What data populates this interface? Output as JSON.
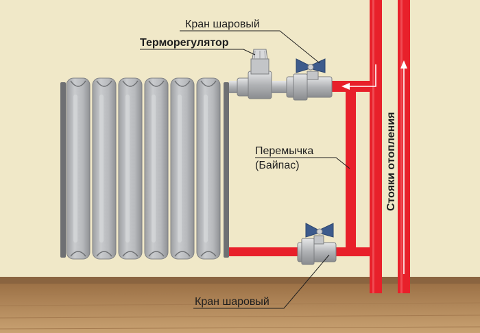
{
  "labels": {
    "ball_valve_top": "Кран шаровый",
    "thermoregulator": "Терморегулятор",
    "bypass_line1": "Перемычка",
    "bypass_line2": "(Байпас)",
    "risers": "Стояки отопления",
    "ball_valve_bottom": "Кран шаровый"
  },
  "colors": {
    "wall": "#f0e8c8",
    "pipe": "#e8202a",
    "radiator": "#b5b7ba",
    "valve_handle": "#3d5b8c",
    "floor": "#b98c5e"
  },
  "icons": {
    "riser_arrow": "arrow-up-icon",
    "flow_arrow": "arrow-left-icon"
  }
}
